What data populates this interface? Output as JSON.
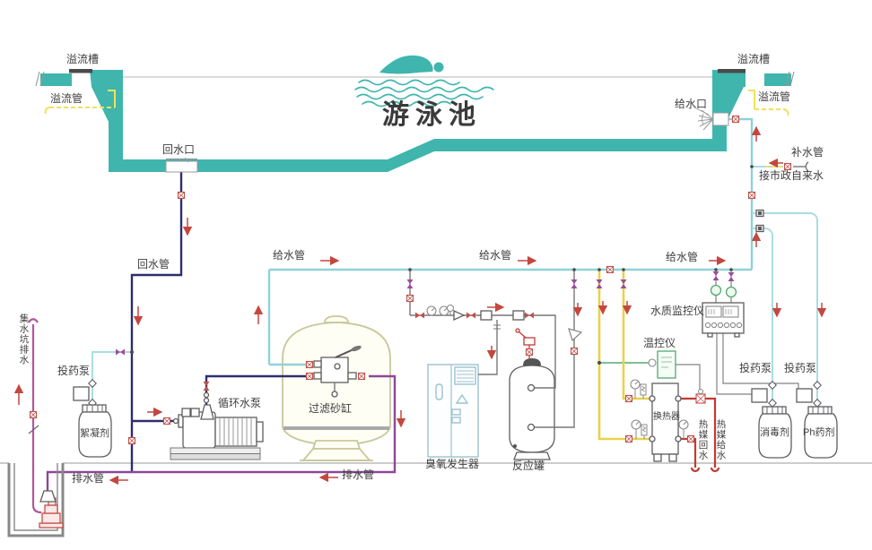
{
  "labels": {
    "pool_title": "游泳池",
    "overflow_trough_left": "溢流槽",
    "overflow_pipe_left": "溢流管",
    "overflow_trough_right": "溢流槽",
    "overflow_pipe_right": "溢流管",
    "supply_inlet": "给水口",
    "makeup_pipe": "补水管",
    "municipal_water": "接市政自来水",
    "return_inlet": "回水口",
    "return_pipe": "回水管",
    "supply_pipe_1": "给水管",
    "supply_pipe_2": "给水管",
    "supply_pipe_3": "给水管",
    "sump_drain": "集水坑排水",
    "dosing_pump_left": "投药泵",
    "flocculant": "絮凝剂",
    "circulation_pump": "循环水泵",
    "sand_filter": "过滤砂缸",
    "drain_pipe_1": "排水管",
    "drain_pipe_2": "排水管",
    "ozone_generator": "臭氧发生器",
    "reaction_tank": "反应罐",
    "water_quality_monitor": "水质监控仪",
    "temp_controller": "温控仪",
    "heat_exchanger": "换热器",
    "heat_return": "热媒回水",
    "heat_supply": "热媒给水",
    "dosing_pump_mid": "投药泵",
    "dosing_pump_right": "投药泵",
    "disinfectant": "消毒剂",
    "ph_agent": "Ph药剂"
  },
  "colors": {
    "pool": "#3fb5ad",
    "supply": "#8fd2d8",
    "supply_light": "#a9dde2",
    "return": "#2e2e6e",
    "drain": "#8c4897",
    "sump": "#b2569a",
    "heat": "#c23a33",
    "hot": "#e8d24a",
    "overflow": "#f0e25a",
    "arrow": "#c4473f",
    "valve": "#9a4d9c",
    "redv": "#c0504a",
    "sensor": "#55a877",
    "tankol": "#c9c79b",
    "ozone": "#9cc2d0",
    "text": "#3e3e3e"
  }
}
